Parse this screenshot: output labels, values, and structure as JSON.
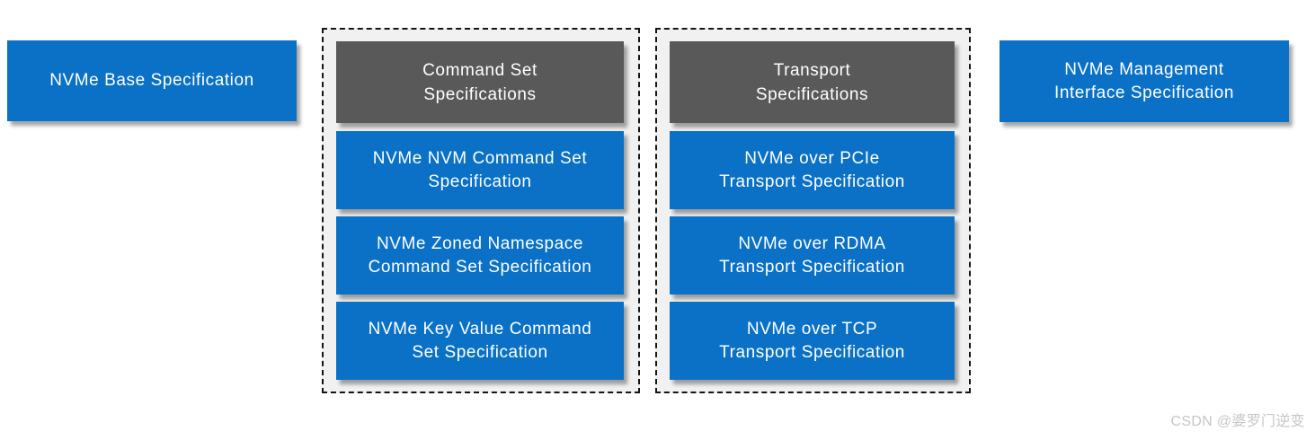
{
  "colors": {
    "blue": "#0a71c6",
    "header_gray": "#595959",
    "group_bg": "#f1f1f1",
    "box_text": "#ffffff",
    "dash_color": "#141414",
    "watermark_color": "#c6c6c6"
  },
  "left_box": {
    "label": "NVMe Base Specification"
  },
  "groups": [
    {
      "title_lines": [
        "Command Set",
        "Specifications"
      ],
      "boxes": [
        {
          "lines": [
            "NVMe NVM Command Set",
            "Specification"
          ]
        },
        {
          "lines": [
            "NVMe Zoned Namespace",
            "Command Set Specification"
          ]
        },
        {
          "lines": [
            "NVMe Key Value Command",
            "Set Specification"
          ]
        }
      ]
    },
    {
      "title_lines": [
        "Transport",
        "Specifications"
      ],
      "boxes": [
        {
          "lines": [
            "NVMe over PCIe",
            "Transport Specification"
          ]
        },
        {
          "lines": [
            "NVMe over RDMA",
            "Transport Specification"
          ]
        },
        {
          "lines": [
            "NVMe over TCP",
            "Transport Specification"
          ]
        }
      ]
    }
  ],
  "right_box": {
    "lines": [
      "NVMe Management",
      "Interface Specification"
    ]
  },
  "watermark": "CSDN @婆罗门逆变"
}
